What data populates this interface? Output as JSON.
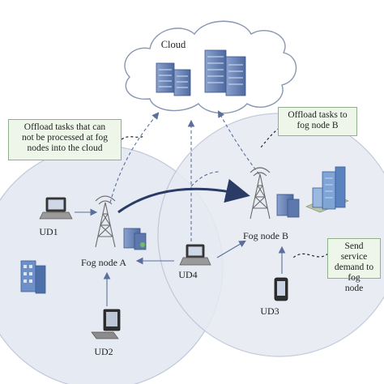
{
  "cloud": {
    "label": "Cloud"
  },
  "fog_node_a": {
    "label": "Fog node A"
  },
  "fog_node_b": {
    "label": "Fog node B"
  },
  "devices": {
    "ud1": "UD1",
    "ud2": "UD2",
    "ud3": "UD3",
    "ud4": "UD4"
  },
  "callouts": {
    "offload_cloud": [
      "Offload tasks that can",
      "not be processed at fog",
      "nodes into the cloud"
    ],
    "offload_fog_b": [
      "Offload tasks to",
      "fog node B"
    ],
    "service_demand": [
      "Send service",
      "demand to fog",
      "node"
    ]
  },
  "colors": {
    "region_fill": "#e3e8f1",
    "region_stroke": "#b9c3d6",
    "server_blue": "#6d87b8",
    "arrow_dark": "#2a3b66",
    "arrow_mid": "#5b6f9c",
    "callout_fill": "#eef6ea"
  }
}
